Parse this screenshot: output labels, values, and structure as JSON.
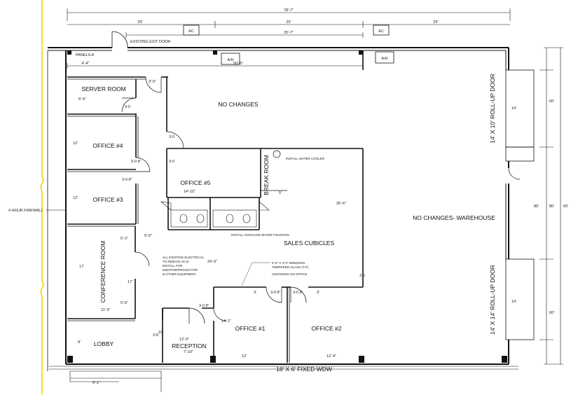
{
  "dimensions": {
    "overall": "78'-7\"",
    "left_seg": "25'",
    "mid_seg": "25'",
    "right_seg": "25'",
    "inner_width": "25'-7\"",
    "interior_width": "50'-5\"",
    "top_left": "4'-4\"",
    "server_w": "3'-5\"",
    "server_w2": "6'-5\"",
    "door_30a": "3-0",
    "door_30b": "3-0",
    "door_30c": "3-0",
    "door_30d": "3-0",
    "office4_h": "12'",
    "office4_door": "3-0 8\"",
    "office3_door": "3-0 8\"",
    "office3_h": "12'",
    "office5_w": "14'-10\"",
    "break_w": "5'",
    "sales_h": "25'-6\"",
    "conf_h": "17'",
    "conf_h2": "17'",
    "conf_w": "11'-5\"",
    "conf_a": "5'-2\"",
    "conf_b": "5'-6\"",
    "corr_a": "5'-5\"",
    "corr_b": "24'-9\"",
    "office1_h": "14'-1\"",
    "office1_w": "12'",
    "office2_w": "12'-4\"",
    "off1_door": "3-0 8\"",
    "off2_door": "3-0 8\"",
    "off_a": "3'",
    "off_b": "3'",
    "recep_door": "3-0 8\"",
    "recep_a": "12'-9\"",
    "recep_b": "7'-10\"",
    "lobby_a": "8'",
    "lobby_b": "9'-1\"",
    "lobby_small": "10'",
    "door_38": "3-8",
    "roll1_w": "14'",
    "roll2_w": "14'",
    "right_a": "60'",
    "right_b": "80'",
    "right_c": "60'",
    "right_d": "60'",
    "right_e": "80'"
  },
  "labels": {
    "ac1": "AC",
    "ac2": "AC",
    "ah1": "A/H",
    "ah2": "A/H",
    "exit_door": "EXISTING EXIT DOOR",
    "panels": "PANELS A",
    "server_room": "SERVER ROOM",
    "no_changes": "NO CHANGES",
    "office4": "OFFICE #4",
    "office3": "OFFICE #3",
    "office5": "OFFICE #5",
    "break_room": "BREAK ROOM",
    "water_cooler": "INSTALL WATER COOLER",
    "firewall": "4 HOUR FIREWALL",
    "sales": "SALES CUBICLES",
    "warehouse": "NO CHANGES- WAREHOUSE",
    "conference": "CONFERENCE ROOM",
    "fountain": "INSTALL HIGH/LOW WATER FOUNTAIN",
    "office1": "OFFICE #1",
    "office2": "OFFICE #2",
    "lobby": "LOBBY",
    "reception": "RECEPTION",
    "window": "18' X 6' FIXED WDW",
    "rollup1": "14' X 10' ROLL-UP DOOR",
    "rollup2": "14' X 14' ROLL-UP DOOR",
    "glass_note_1": "2'-0\" X 4'-0\" WINDOWS",
    "glass_note_2": "TEMPERED GLASS (T.P.)",
    "glass_note_3": "CENTERED ON OFFICE",
    "conf_note_1": "ALL EXISTING ELECTRICAL",
    "conf_note_2": "TO REMAIN AS IS",
    "conf_note_3": "INSTALL FOR",
    "conf_note_4": "MONITOR/PROJECTOR",
    "conf_note_5": "& OTHER EQUIPMENT"
  }
}
